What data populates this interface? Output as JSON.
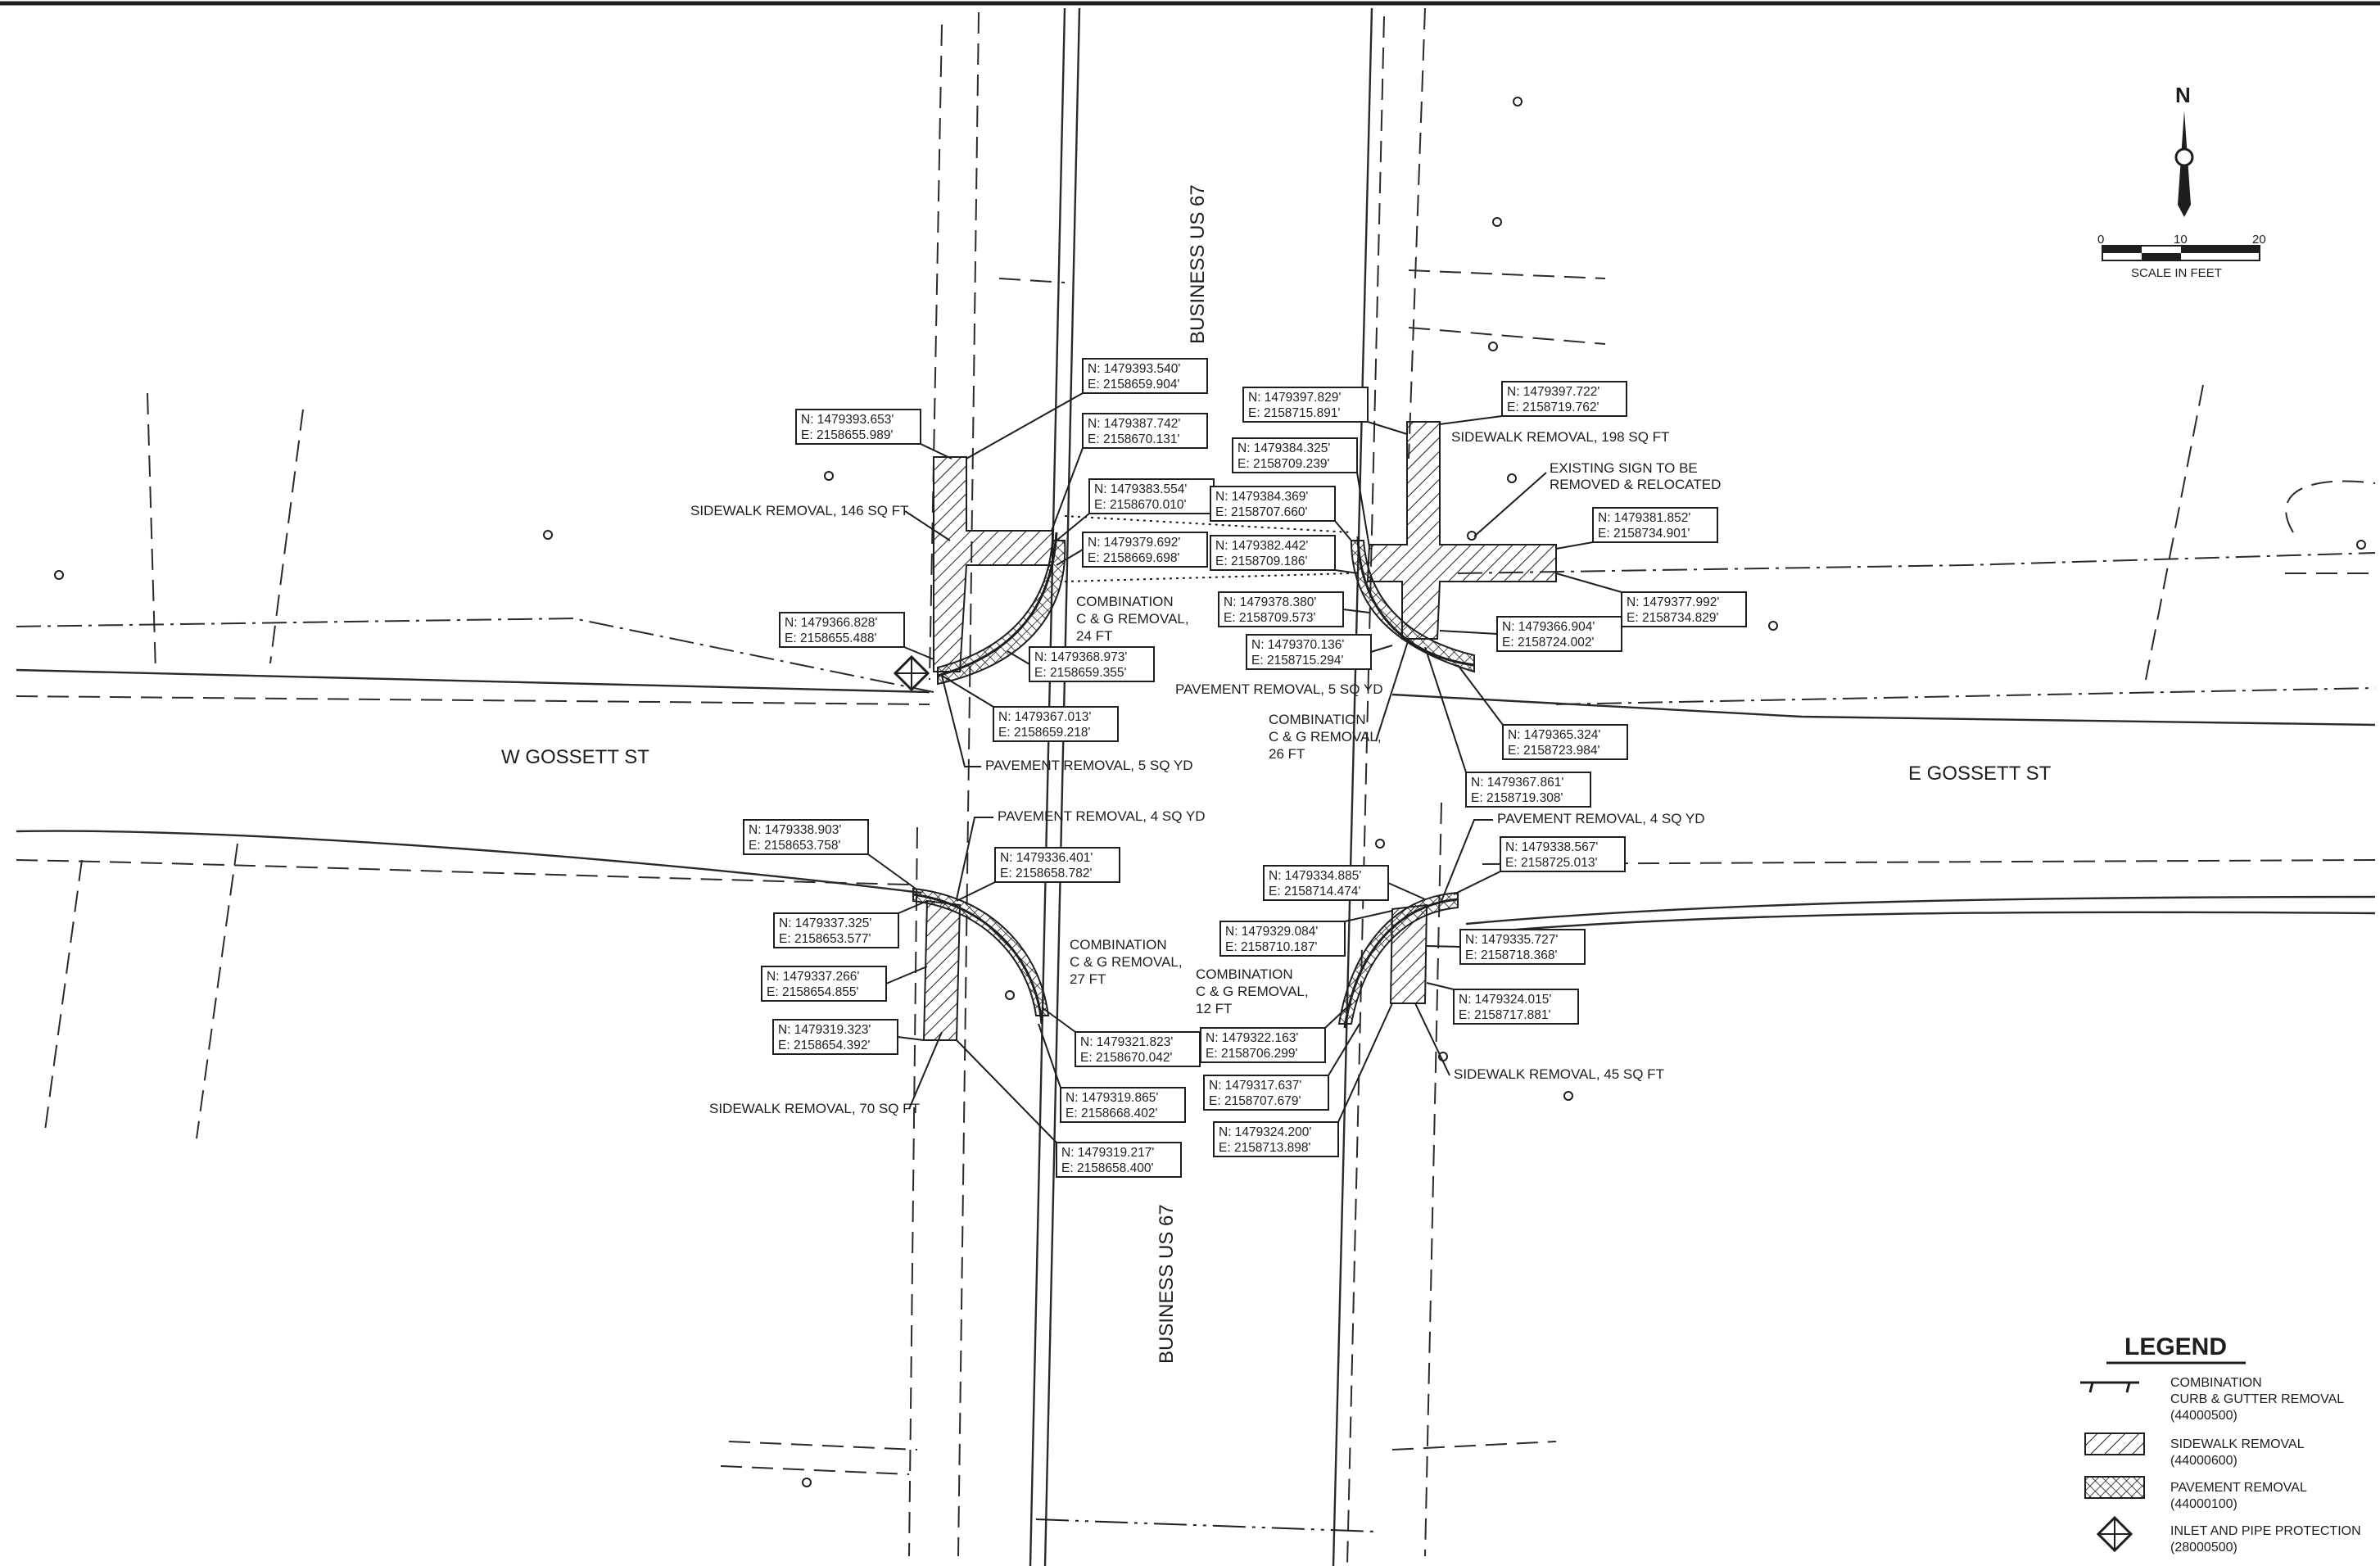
{
  "streets": {
    "north": "BUSINESS US 67",
    "south": "BUSINESS US 67",
    "west": "W GOSSETT ST",
    "east": "E GOSSETT ST"
  },
  "north_arrow": "N",
  "scale": {
    "zero": "0",
    "mid": "10",
    "end": "20",
    "caption": "SCALE IN FEET"
  },
  "callouts": [
    {
      "id": "nw-1",
      "n": "N: 1479393.653'",
      "e": "E: 2158655.989'"
    },
    {
      "id": "nw-2",
      "n": "N: 1479393.540'",
      "e": "E: 2158659.904'"
    },
    {
      "id": "nw-3",
      "n": "N: 1479387.742'",
      "e": "E: 2158670.131'"
    },
    {
      "id": "nw-4",
      "n": "N: 1479383.554'",
      "e": "E: 2158670.010'"
    },
    {
      "id": "nw-5",
      "n": "N: 1479379.692'",
      "e": "E: 2158669.698'"
    },
    {
      "id": "nw-6",
      "n": "N: 1479366.828'",
      "e": "E: 2158655.488'"
    },
    {
      "id": "nw-7",
      "n": "N: 1479368.973'",
      "e": "E: 2158659.355'"
    },
    {
      "id": "nw-8",
      "n": "N: 1479367.013'",
      "e": "E: 2158659.218'"
    },
    {
      "id": "ne-1",
      "n": "N: 1479397.829'",
      "e": "E: 2158715.891'"
    },
    {
      "id": "ne-2",
      "n": "N: 1479397.722'",
      "e": "E: 2158719.762'"
    },
    {
      "id": "ne-3",
      "n": "N: 1479384.325'",
      "e": "E: 2158709.239'"
    },
    {
      "id": "ne-4",
      "n": "N: 1479384.369'",
      "e": "E: 2158707.660'"
    },
    {
      "id": "ne-5",
      "n": "N: 1479382.442'",
      "e": "E: 2158709.186'"
    },
    {
      "id": "ne-6",
      "n": "N: 1479381.852'",
      "e": "E: 2158734.901'"
    },
    {
      "id": "ne-7",
      "n": "N: 1479377.992'",
      "e": "E: 2158734.829'"
    },
    {
      "id": "ne-8",
      "n": "N: 1479378.380'",
      "e": "E: 2158709.573'"
    },
    {
      "id": "ne-9",
      "n": "N: 1479366.904'",
      "e": "E: 2158724.002'"
    },
    {
      "id": "ne-10",
      "n": "N: 1479370.136'",
      "e": "E: 2158715.294'"
    },
    {
      "id": "ne-11",
      "n": "N: 1479365.324'",
      "e": "E: 2158723.984'"
    },
    {
      "id": "ne-12",
      "n": "N: 1479367.861'",
      "e": "E: 2158719.308'"
    },
    {
      "id": "sw-1",
      "n": "N: 1479338.903'",
      "e": "E: 2158653.758'"
    },
    {
      "id": "sw-2",
      "n": "N: 1479336.401'",
      "e": "E: 2158658.782'"
    },
    {
      "id": "sw-3",
      "n": "N: 1479337.325'",
      "e": "E: 2158653.577'"
    },
    {
      "id": "sw-4",
      "n": "N: 1479337.266'",
      "e": "E: 2158654.855'"
    },
    {
      "id": "sw-5",
      "n": "N: 1479319.323'",
      "e": "E: 2158654.392'"
    },
    {
      "id": "sw-6",
      "n": "N: 1479321.823'",
      "e": "E: 2158670.042'"
    },
    {
      "id": "sw-7",
      "n": "N: 1479319.865'",
      "e": "E: 2158668.402'"
    },
    {
      "id": "sw-8",
      "n": "N: 1479319.217'",
      "e": "E: 2158658.400'"
    },
    {
      "id": "se-1",
      "n": "N: 1479334.885'",
      "e": "E: 2158714.474'"
    },
    {
      "id": "se-2",
      "n": "N: 1479338.567'",
      "e": "E: 2158725.013'"
    },
    {
      "id": "se-3",
      "n": "N: 1479329.084'",
      "e": "E: 2158710.187'"
    },
    {
      "id": "se-4",
      "n": "N: 1479335.727'",
      "e": "E: 2158718.368'"
    },
    {
      "id": "se-5",
      "n": "N: 1479324.015'",
      "e": "E: 2158717.881'"
    },
    {
      "id": "se-6",
      "n": "N: 1479322.163'",
      "e": "E: 2158706.299'"
    },
    {
      "id": "se-7",
      "n": "N: 1479317.637'",
      "e": "E: 2158707.679'"
    },
    {
      "id": "se-8",
      "n": "N: 1479324.200'",
      "e": "E: 2158713.898'"
    }
  ],
  "notes": {
    "nw_sidewalk": "SIDEWALK REMOVAL, 146 SQ FT",
    "nw_cg": [
      "COMBINATION",
      "C & G REMOVAL,",
      "24 FT"
    ],
    "nw_pavement": "PAVEMENT REMOVAL, 5 SQ YD",
    "ne_sidewalk": "SIDEWALK REMOVAL, 198 SQ FT",
    "ne_sign": [
      "EXISTING SIGN TO BE",
      "REMOVED & RELOCATED"
    ],
    "ne_pavement": "PAVEMENT REMOVAL, 5 SQ YD",
    "ne_cg": [
      "COMBINATION",
      "C & G REMOVAL,",
      "26 FT"
    ],
    "sw_pavement": "PAVEMENT REMOVAL, 4 SQ YD",
    "sw_cg": [
      "COMBINATION",
      "C & G REMOVAL,",
      "27 FT"
    ],
    "sw_sidewalk": "SIDEWALK REMOVAL, 70 SQ FT",
    "se_pavement": "PAVEMENT REMOVAL, 4 SQ YD",
    "se_cg": [
      "COMBINATION",
      "C & G REMOVAL,",
      "12 FT"
    ],
    "se_sidewalk": "SIDEWALK REMOVAL, 45 SQ FT"
  },
  "legend": {
    "title": "LEGEND",
    "items": [
      {
        "lines": [
          "COMBINATION",
          "CURB & GUTTER REMOVAL",
          "(44000500)"
        ]
      },
      {
        "lines": [
          "SIDEWALK REMOVAL",
          "(44000600)"
        ]
      },
      {
        "lines": [
          "PAVEMENT REMOVAL",
          "(44000100)"
        ]
      },
      {
        "lines": [
          "INLET AND PIPE PROTECTION",
          "(28000500)"
        ]
      }
    ]
  }
}
